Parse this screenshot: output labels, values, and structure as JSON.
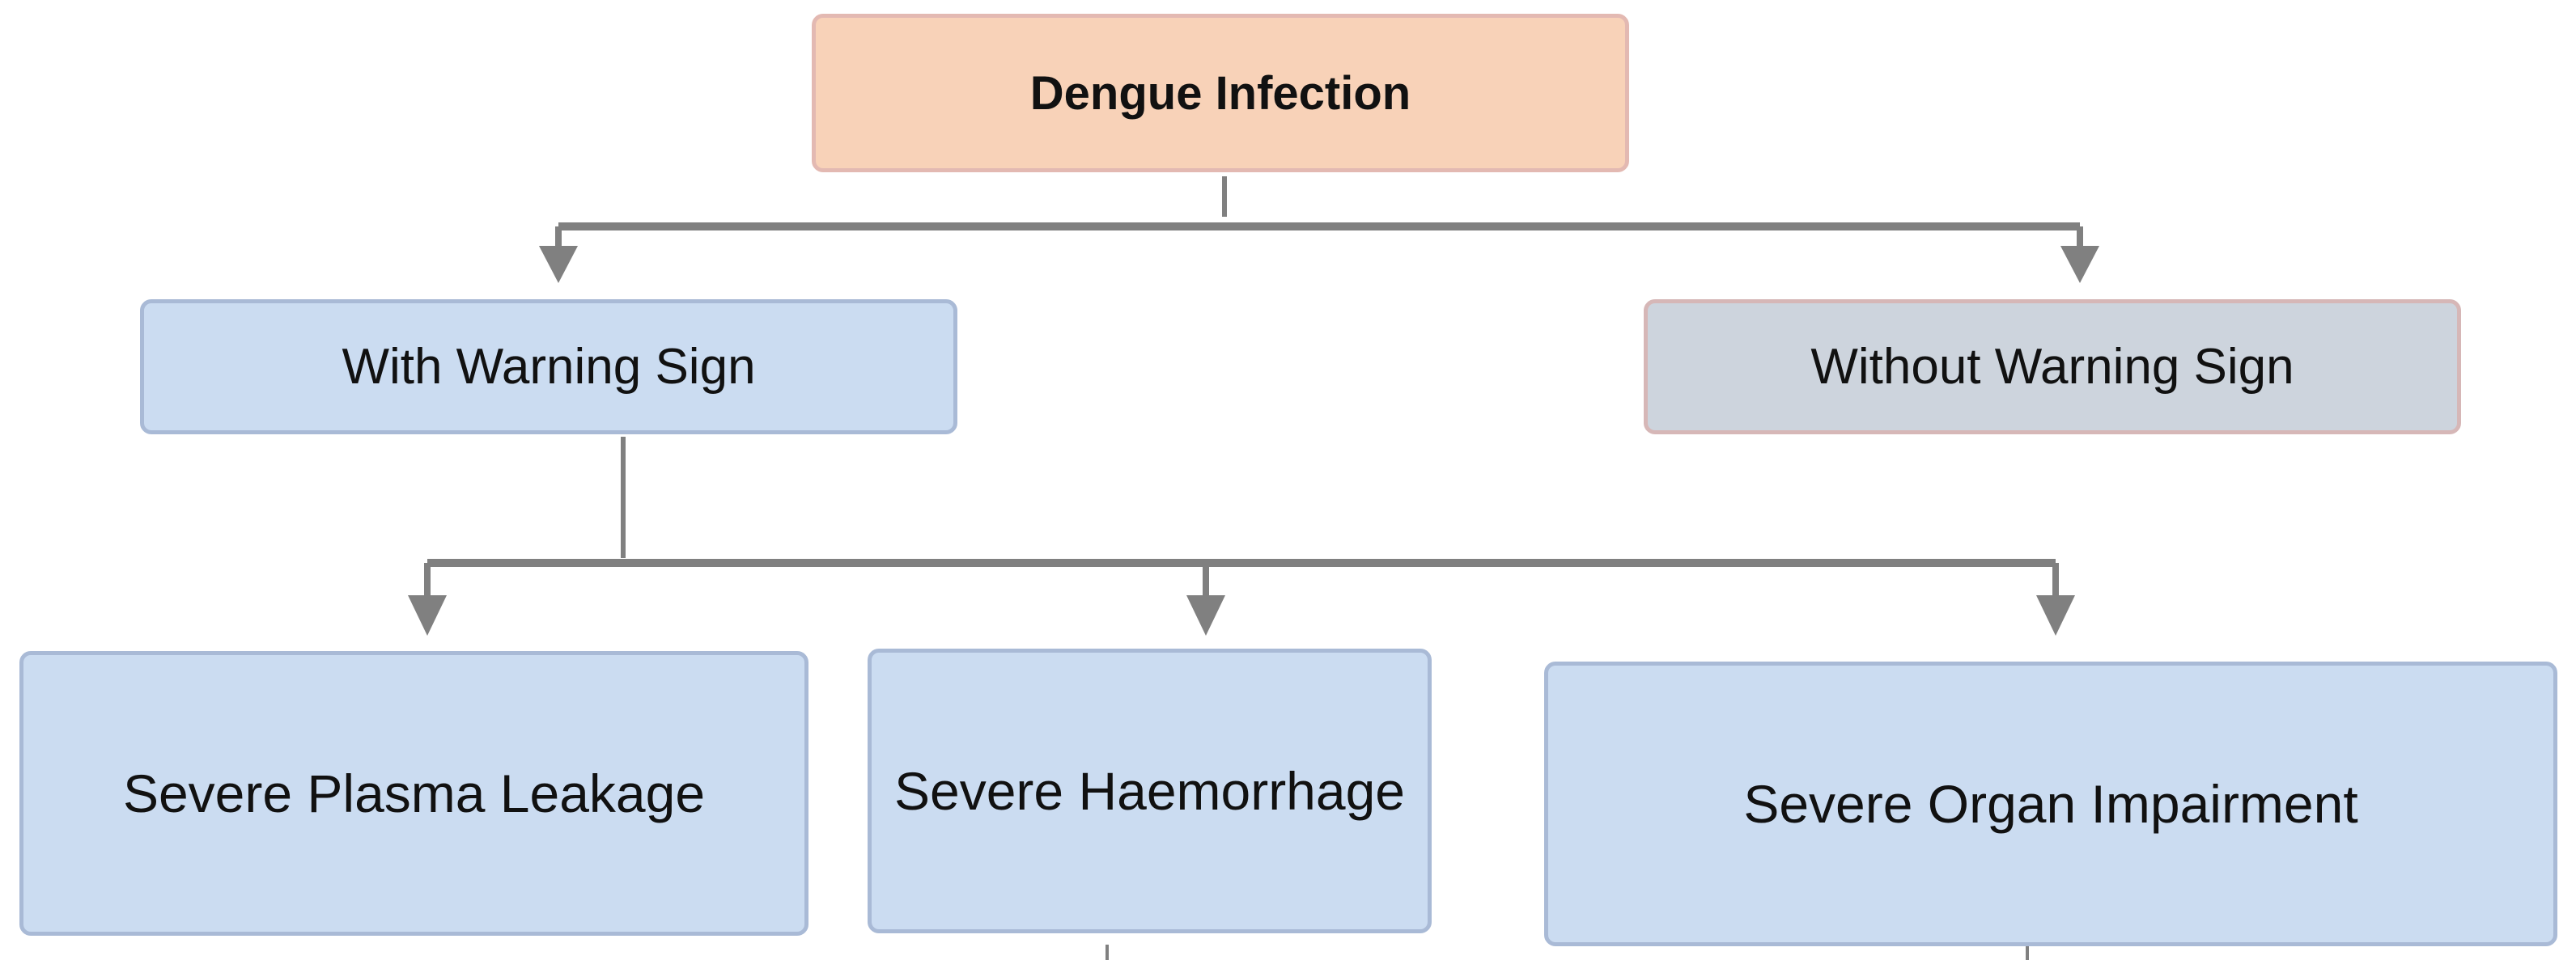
{
  "diagram": {
    "root": {
      "label": "Dengue Infection"
    },
    "branches": [
      {
        "label": "With Warning Sign"
      },
      {
        "label": "Without Warning Sign"
      }
    ],
    "leaves": [
      {
        "label": "Severe Plasma Leakage"
      },
      {
        "label": "Severe Haemorrhage"
      },
      {
        "label": "Severe Organ Impairment"
      }
    ],
    "colors": {
      "root_fill": "#f8d2b8",
      "blue_fill": "#cbdcf1",
      "gray_fill": "#cdd4dd",
      "connector": "#808080"
    }
  }
}
